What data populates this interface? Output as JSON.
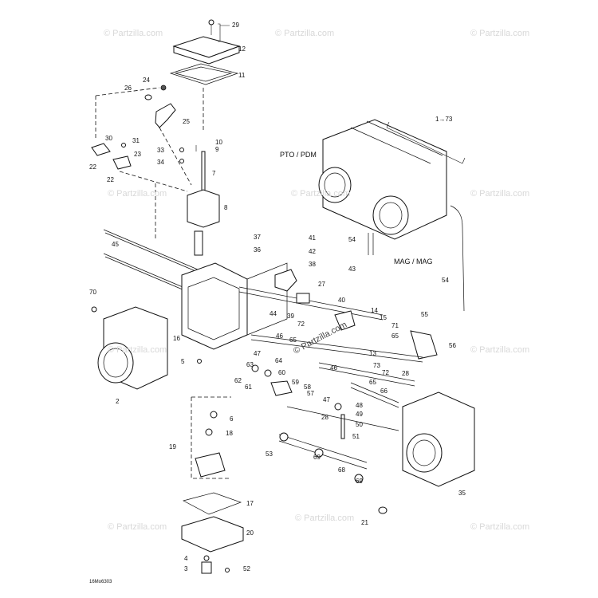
{
  "diagram": {
    "drawing_code": "16Mo6303",
    "watermark": "© Partzilla.com",
    "watermark_center": "© Partzilla.com",
    "callouts": [
      {
        "id": "c1",
        "text": "1→73"
      },
      {
        "id": "c2",
        "text": "2"
      },
      {
        "id": "c3",
        "text": "3"
      },
      {
        "id": "c4",
        "text": "4"
      },
      {
        "id": "c5",
        "text": "5"
      },
      {
        "id": "c6",
        "text": "6"
      },
      {
        "id": "c7",
        "text": "7"
      },
      {
        "id": "c8",
        "text": "8"
      },
      {
        "id": "c9",
        "text": "9"
      },
      {
        "id": "c10",
        "text": "10"
      },
      {
        "id": "c11",
        "text": "11"
      },
      {
        "id": "c12",
        "text": "12"
      },
      {
        "id": "c13",
        "text": "13"
      },
      {
        "id": "c14",
        "text": "14"
      },
      {
        "id": "c15",
        "text": "15"
      },
      {
        "id": "c16",
        "text": "16"
      },
      {
        "id": "c17",
        "text": "17"
      },
      {
        "id": "c18",
        "text": "18"
      },
      {
        "id": "c19",
        "text": "19"
      },
      {
        "id": "c20",
        "text": "20"
      },
      {
        "id": "c21",
        "text": "21"
      },
      {
        "id": "c22a",
        "text": "22"
      },
      {
        "id": "c22b",
        "text": "22"
      },
      {
        "id": "c23",
        "text": "23"
      },
      {
        "id": "c24",
        "text": "24"
      },
      {
        "id": "c25",
        "text": "25"
      },
      {
        "id": "c26",
        "text": "26"
      },
      {
        "id": "c27",
        "text": "27"
      },
      {
        "id": "c28a",
        "text": "28"
      },
      {
        "id": "c28b",
        "text": "28"
      },
      {
        "id": "c29",
        "text": "29"
      },
      {
        "id": "c30",
        "text": "30"
      },
      {
        "id": "c31",
        "text": "31"
      },
      {
        "id": "c33",
        "text": "33"
      },
      {
        "id": "c34",
        "text": "34"
      },
      {
        "id": "c35",
        "text": "35"
      },
      {
        "id": "c36",
        "text": "36"
      },
      {
        "id": "c37",
        "text": "37"
      },
      {
        "id": "c38",
        "text": "38"
      },
      {
        "id": "c39",
        "text": "39"
      },
      {
        "id": "c40",
        "text": "40"
      },
      {
        "id": "c41",
        "text": "41"
      },
      {
        "id": "c42",
        "text": "42"
      },
      {
        "id": "c43",
        "text": "43"
      },
      {
        "id": "c44",
        "text": "44"
      },
      {
        "id": "c45",
        "text": "45"
      },
      {
        "id": "c46a",
        "text": "46"
      },
      {
        "id": "c46b",
        "text": "46"
      },
      {
        "id": "c47a",
        "text": "47"
      },
      {
        "id": "c47b",
        "text": "47"
      },
      {
        "id": "c48",
        "text": "48"
      },
      {
        "id": "c49",
        "text": "49"
      },
      {
        "id": "c50",
        "text": "50"
      },
      {
        "id": "c51",
        "text": "51"
      },
      {
        "id": "c52",
        "text": "52"
      },
      {
        "id": "c53",
        "text": "53"
      },
      {
        "id": "c54a",
        "text": "54"
      },
      {
        "id": "c54b",
        "text": "54"
      },
      {
        "id": "c55",
        "text": "55"
      },
      {
        "id": "c56",
        "text": "56"
      },
      {
        "id": "c57",
        "text": "57"
      },
      {
        "id": "c58",
        "text": "58"
      },
      {
        "id": "c59",
        "text": "59"
      },
      {
        "id": "c60",
        "text": "60"
      },
      {
        "id": "c61",
        "text": "61"
      },
      {
        "id": "c62",
        "text": "62"
      },
      {
        "id": "c63",
        "text": "63"
      },
      {
        "id": "c64",
        "text": "64"
      },
      {
        "id": "c65a",
        "text": "65"
      },
      {
        "id": "c65b",
        "text": "65"
      },
      {
        "id": "c65c",
        "text": "65"
      },
      {
        "id": "c66",
        "text": "66"
      },
      {
        "id": "c68",
        "text": "68"
      },
      {
        "id": "c69a",
        "text": "69"
      },
      {
        "id": "c69b",
        "text": "69"
      },
      {
        "id": "c70",
        "text": "70"
      },
      {
        "id": "c71",
        "text": "71"
      },
      {
        "id": "c72a",
        "text": "72"
      },
      {
        "id": "c72b",
        "text": "72"
      },
      {
        "id": "c73",
        "text": "73"
      },
      {
        "id": "pto",
        "text": "PTO / PDM"
      },
      {
        "id": "mag",
        "text": "MAG / MAG"
      }
    ]
  }
}
